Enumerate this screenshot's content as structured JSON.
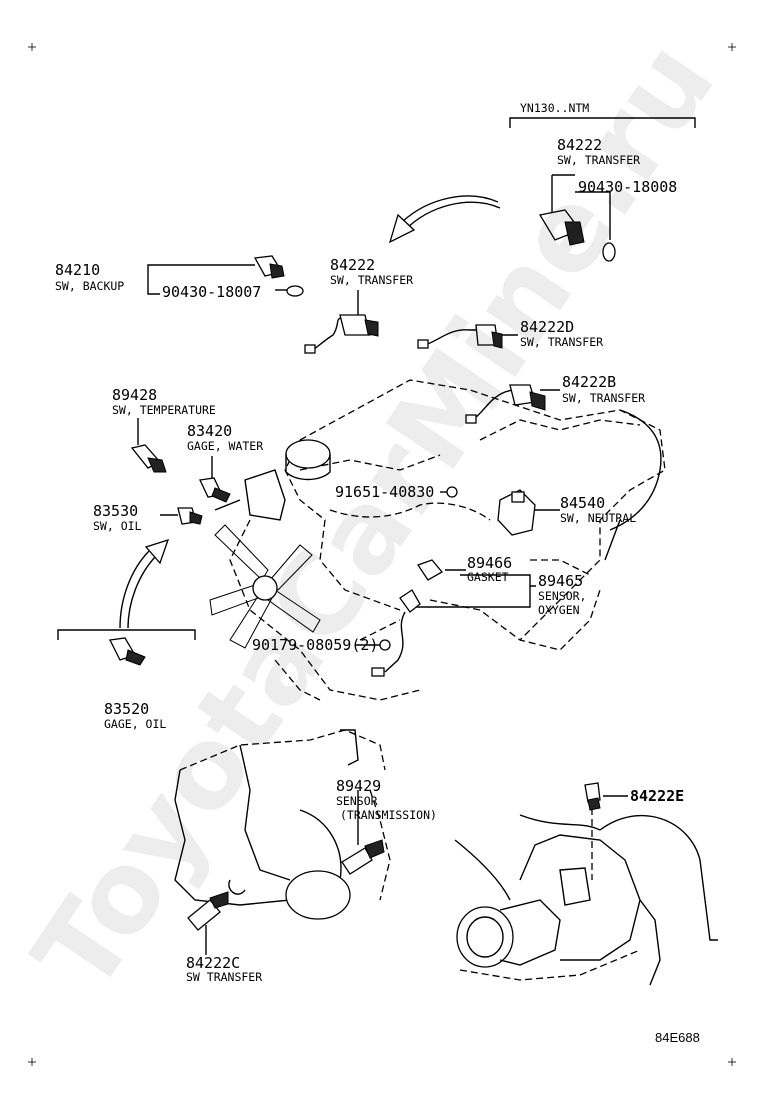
{
  "diagram_code": "84E688",
  "watermark": "ToyotaCarMine.ru",
  "variant_header": "YN130..NTM",
  "parts": {
    "sw_transfer_top": {
      "number": "84222",
      "name": "SW, TRANSFER"
    },
    "gasket_top": {
      "number": "90430-18008"
    },
    "sw_backup": {
      "number": "84210",
      "name": "SW, BACKUP"
    },
    "gasket_backup": {
      "number": "90430-18007"
    },
    "sw_transfer_mid": {
      "number": "84222",
      "name": "SW, TRANSFER"
    },
    "sw_transfer_d": {
      "number": "84222D",
      "name": "SW, TRANSFER"
    },
    "sw_transfer_b": {
      "number": "84222B",
      "name": "SW, TRANSFER"
    },
    "sw_temperature": {
      "number": "89428",
      "name": "SW, TEMPERATURE"
    },
    "gage_water": {
      "number": "83420",
      "name": "GAGE, WATER"
    },
    "sw_oil": {
      "number": "83530",
      "name": "SW, OIL"
    },
    "bolt_neutral": {
      "number": "91651-40830"
    },
    "sw_neutral": {
      "number": "84540",
      "name": "SW, NEUTRAL"
    },
    "gasket_oxygen": {
      "number": "89466",
      "name": "GASKET"
    },
    "sensor_oxygen": {
      "number": "89465",
      "name_line1": "SENSOR,",
      "name_line2": "OXYGEN"
    },
    "nut_oxygen": {
      "number": "90179-08059(2)"
    },
    "gage_oil": {
      "number": "83520",
      "name": "GAGE, OIL"
    },
    "sensor_transmission": {
      "number": "89429",
      "name_line1": "SENSOR",
      "name_line2": "(TRANSMISSION)"
    },
    "sw_transfer_e": {
      "number": "84222E"
    },
    "sw_transfer_c": {
      "number": "84222C",
      "name": "SW TRANSFER"
    }
  }
}
